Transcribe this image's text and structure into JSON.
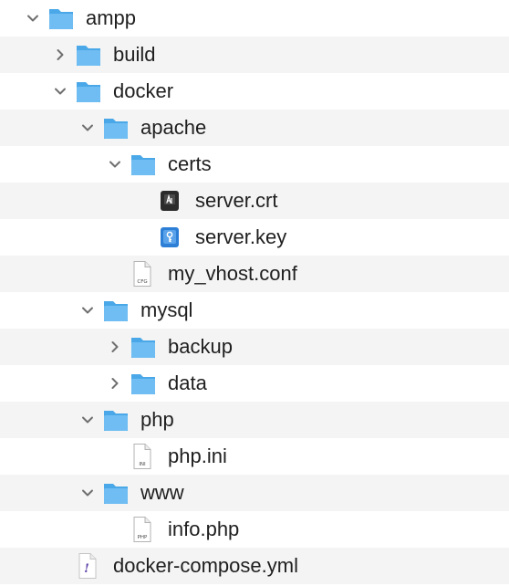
{
  "tree": {
    "rows": [
      {
        "name": "ampp",
        "kind": "folder",
        "expanded": true
      },
      {
        "name": "build",
        "kind": "folder",
        "expanded": false
      },
      {
        "name": "docker",
        "kind": "folder",
        "expanded": true
      },
      {
        "name": "apache",
        "kind": "folder",
        "expanded": true
      },
      {
        "name": "certs",
        "kind": "folder",
        "expanded": true
      },
      {
        "name": "server.crt",
        "kind": "certificate-file"
      },
      {
        "name": "server.key",
        "kind": "key-file"
      },
      {
        "name": "my_vhost.conf",
        "kind": "doc-file",
        "badge": "CFG"
      },
      {
        "name": "mysql",
        "kind": "folder",
        "expanded": true
      },
      {
        "name": "backup",
        "kind": "folder",
        "expanded": false
      },
      {
        "name": "data",
        "kind": "folder",
        "expanded": false
      },
      {
        "name": "php",
        "kind": "folder",
        "expanded": true
      },
      {
        "name": "php.ini",
        "kind": "doc-file",
        "badge": "INI"
      },
      {
        "name": "www",
        "kind": "folder",
        "expanded": true
      },
      {
        "name": "info.php",
        "kind": "doc-file",
        "badge": "PHP"
      },
      {
        "name": "docker-compose.yml",
        "kind": "yaml-file",
        "glyph": "!"
      }
    ]
  },
  "colors": {
    "folder": "#4aa8e8",
    "folder_tab": "#6fbdf2",
    "alt_row": "#f4f4f4",
    "chevron": "#6f6f6f"
  }
}
